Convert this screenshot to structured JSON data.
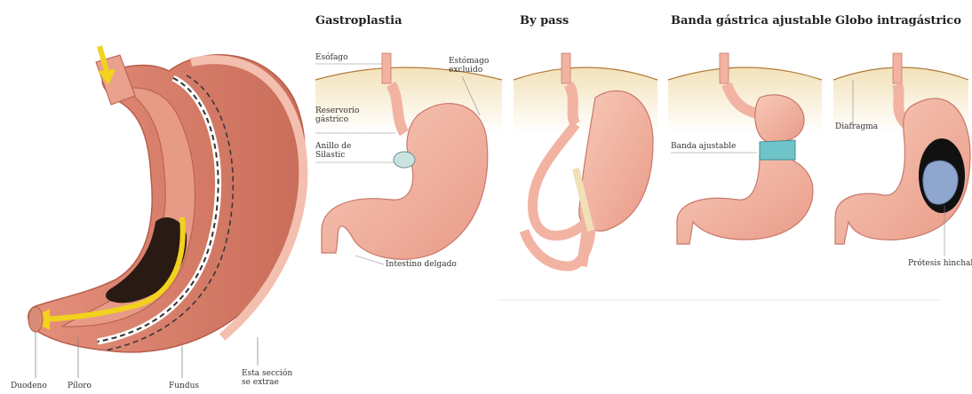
{
  "panels": {
    "gastroplastia": {
      "title": "Gastroplastia",
      "esofago": "Esófago",
      "estomago_excluido": "Estómago excluido",
      "reservorio": "Reservorio gástrico",
      "anillo": "Anillo de Silastic",
      "intestino": "Intestino delgado"
    },
    "bypass": {
      "title": "By pass"
    },
    "banda": {
      "title": "Banda gástrica ajustable",
      "banda_label": "Banda ajustable"
    },
    "globo": {
      "title": "Globo intragástrico",
      "diafragma": "Diafragma",
      "protesis": "Prótesis hinchable"
    }
  },
  "anatomy": {
    "duodeno": "Duodeno",
    "piloro": "Píloro",
    "fundus": "Fundus",
    "seccion": "Esta sección se extrae"
  },
  "colors": {
    "stomach_fill": "#f4b6a4",
    "stomach_outline": "#c8776a",
    "muscle": "#d9846f",
    "diaphragm": "#efdcb0",
    "arrow": "#f2d21c",
    "band": "#6ec4c9",
    "balloon": "#8fa7cf"
  }
}
